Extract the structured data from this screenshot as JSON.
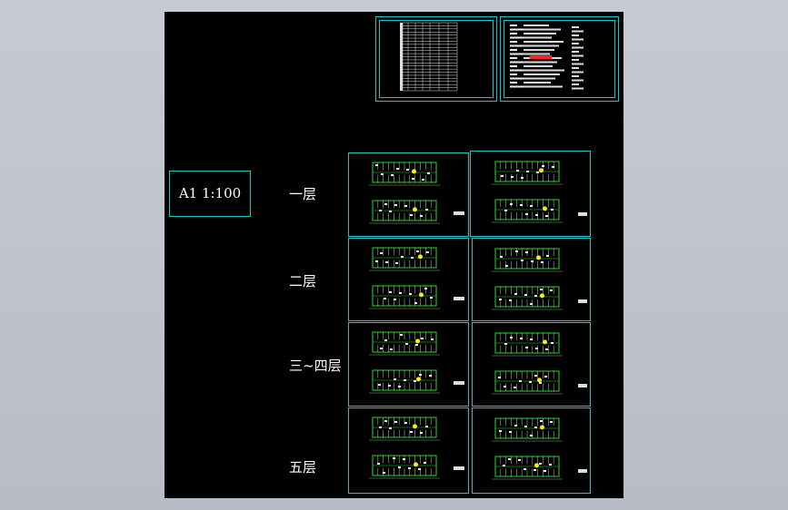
{
  "scale_label": "A1  1:100",
  "floors": [
    {
      "id": "f1",
      "label": "一层"
    },
    {
      "id": "f2",
      "label": "二层"
    },
    {
      "id": "f3",
      "label": "三~四层"
    },
    {
      "id": "f5",
      "label": "五层"
    }
  ],
  "colors": {
    "background": "#000000",
    "frame": "#19c7c7",
    "plan_green": "#22dd22",
    "highlight_yellow": "#ffee00",
    "accent_red": "#ff2020",
    "viewport_bg": "#c0c4cc"
  }
}
